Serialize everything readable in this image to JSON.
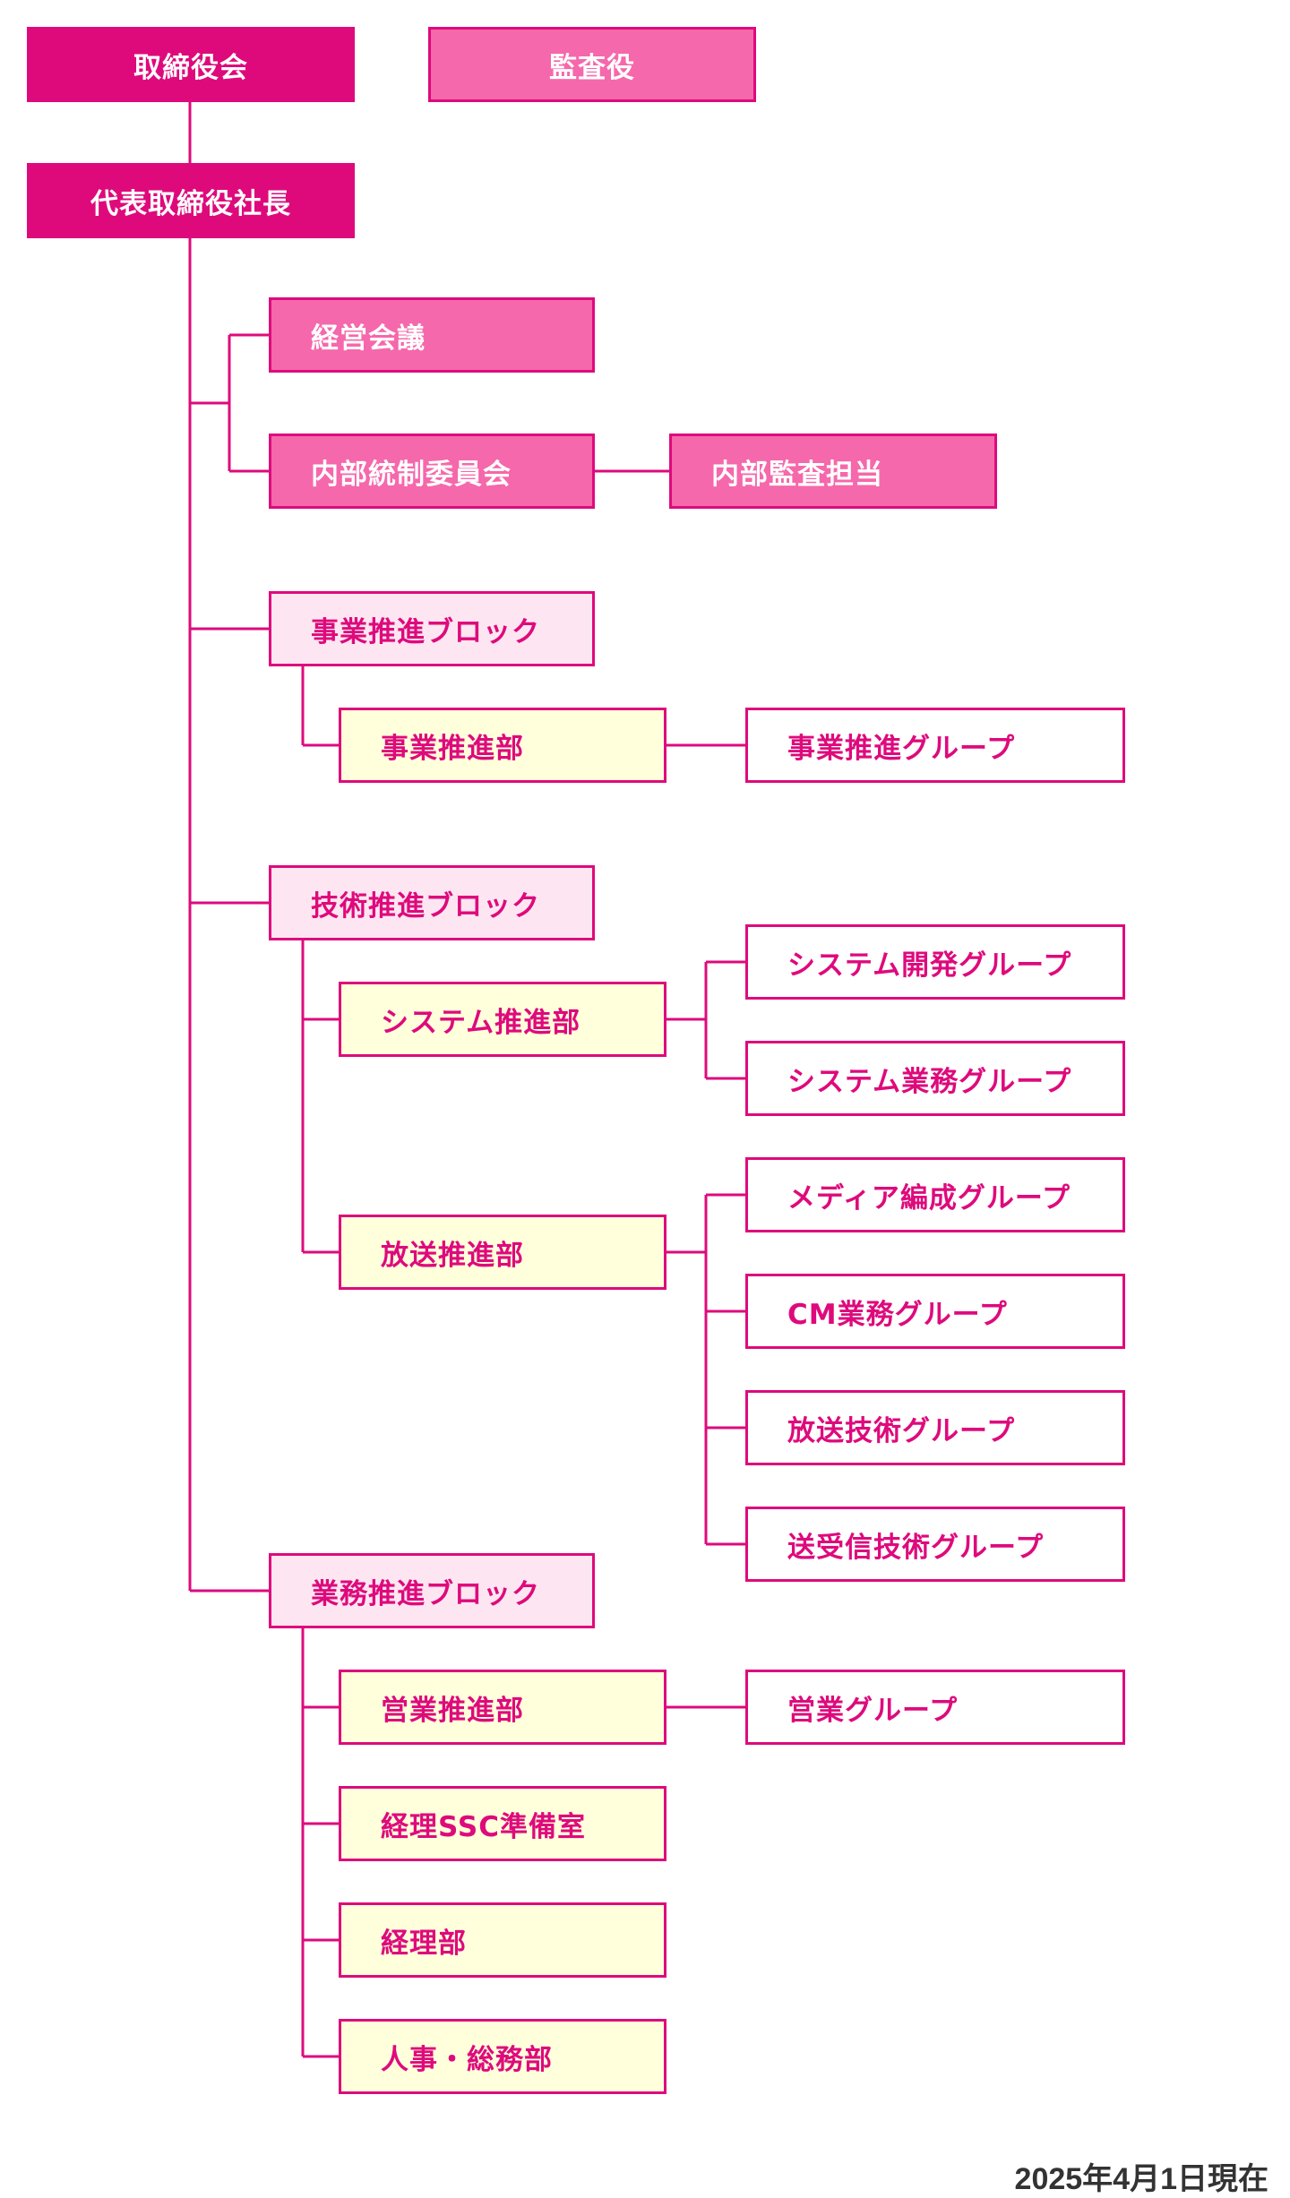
{
  "top": {
    "board": "取締役会",
    "auditor": "監査役",
    "president": "代表取締役社長"
  },
  "committees": {
    "management_meeting": "経営会議",
    "internal_control": "内部統制委員会",
    "internal_audit": "内部監査担当"
  },
  "blocks": {
    "business": {
      "name": "事業推進ブロック",
      "dept": "事業推進部",
      "groups": [
        "事業推進グループ"
      ]
    },
    "technology": {
      "name": "技術推進ブロック",
      "system_dept": "システム推進部",
      "system_groups": [
        "システム開発グループ",
        "システム業務グループ"
      ],
      "broadcast_dept": "放送推進部",
      "broadcast_groups": [
        "メディア編成グループ",
        "CM業務グループ",
        "放送技術グループ",
        "送受信技術グループ"
      ]
    },
    "operations": {
      "name": "業務推進ブロック",
      "sales_dept": "営業推進部",
      "sales_groups": [
        "営業グループ"
      ],
      "other_depts": [
        "経理SSC準備室",
        "経理部",
        "人事・総務部"
      ]
    }
  },
  "as_of": "2025年4月1日現在",
  "colors": {
    "primary": "#de0a7c",
    "medium": "#f568ab",
    "block_fill": "#fde6f1",
    "dept_fill": "#ffffdc"
  }
}
